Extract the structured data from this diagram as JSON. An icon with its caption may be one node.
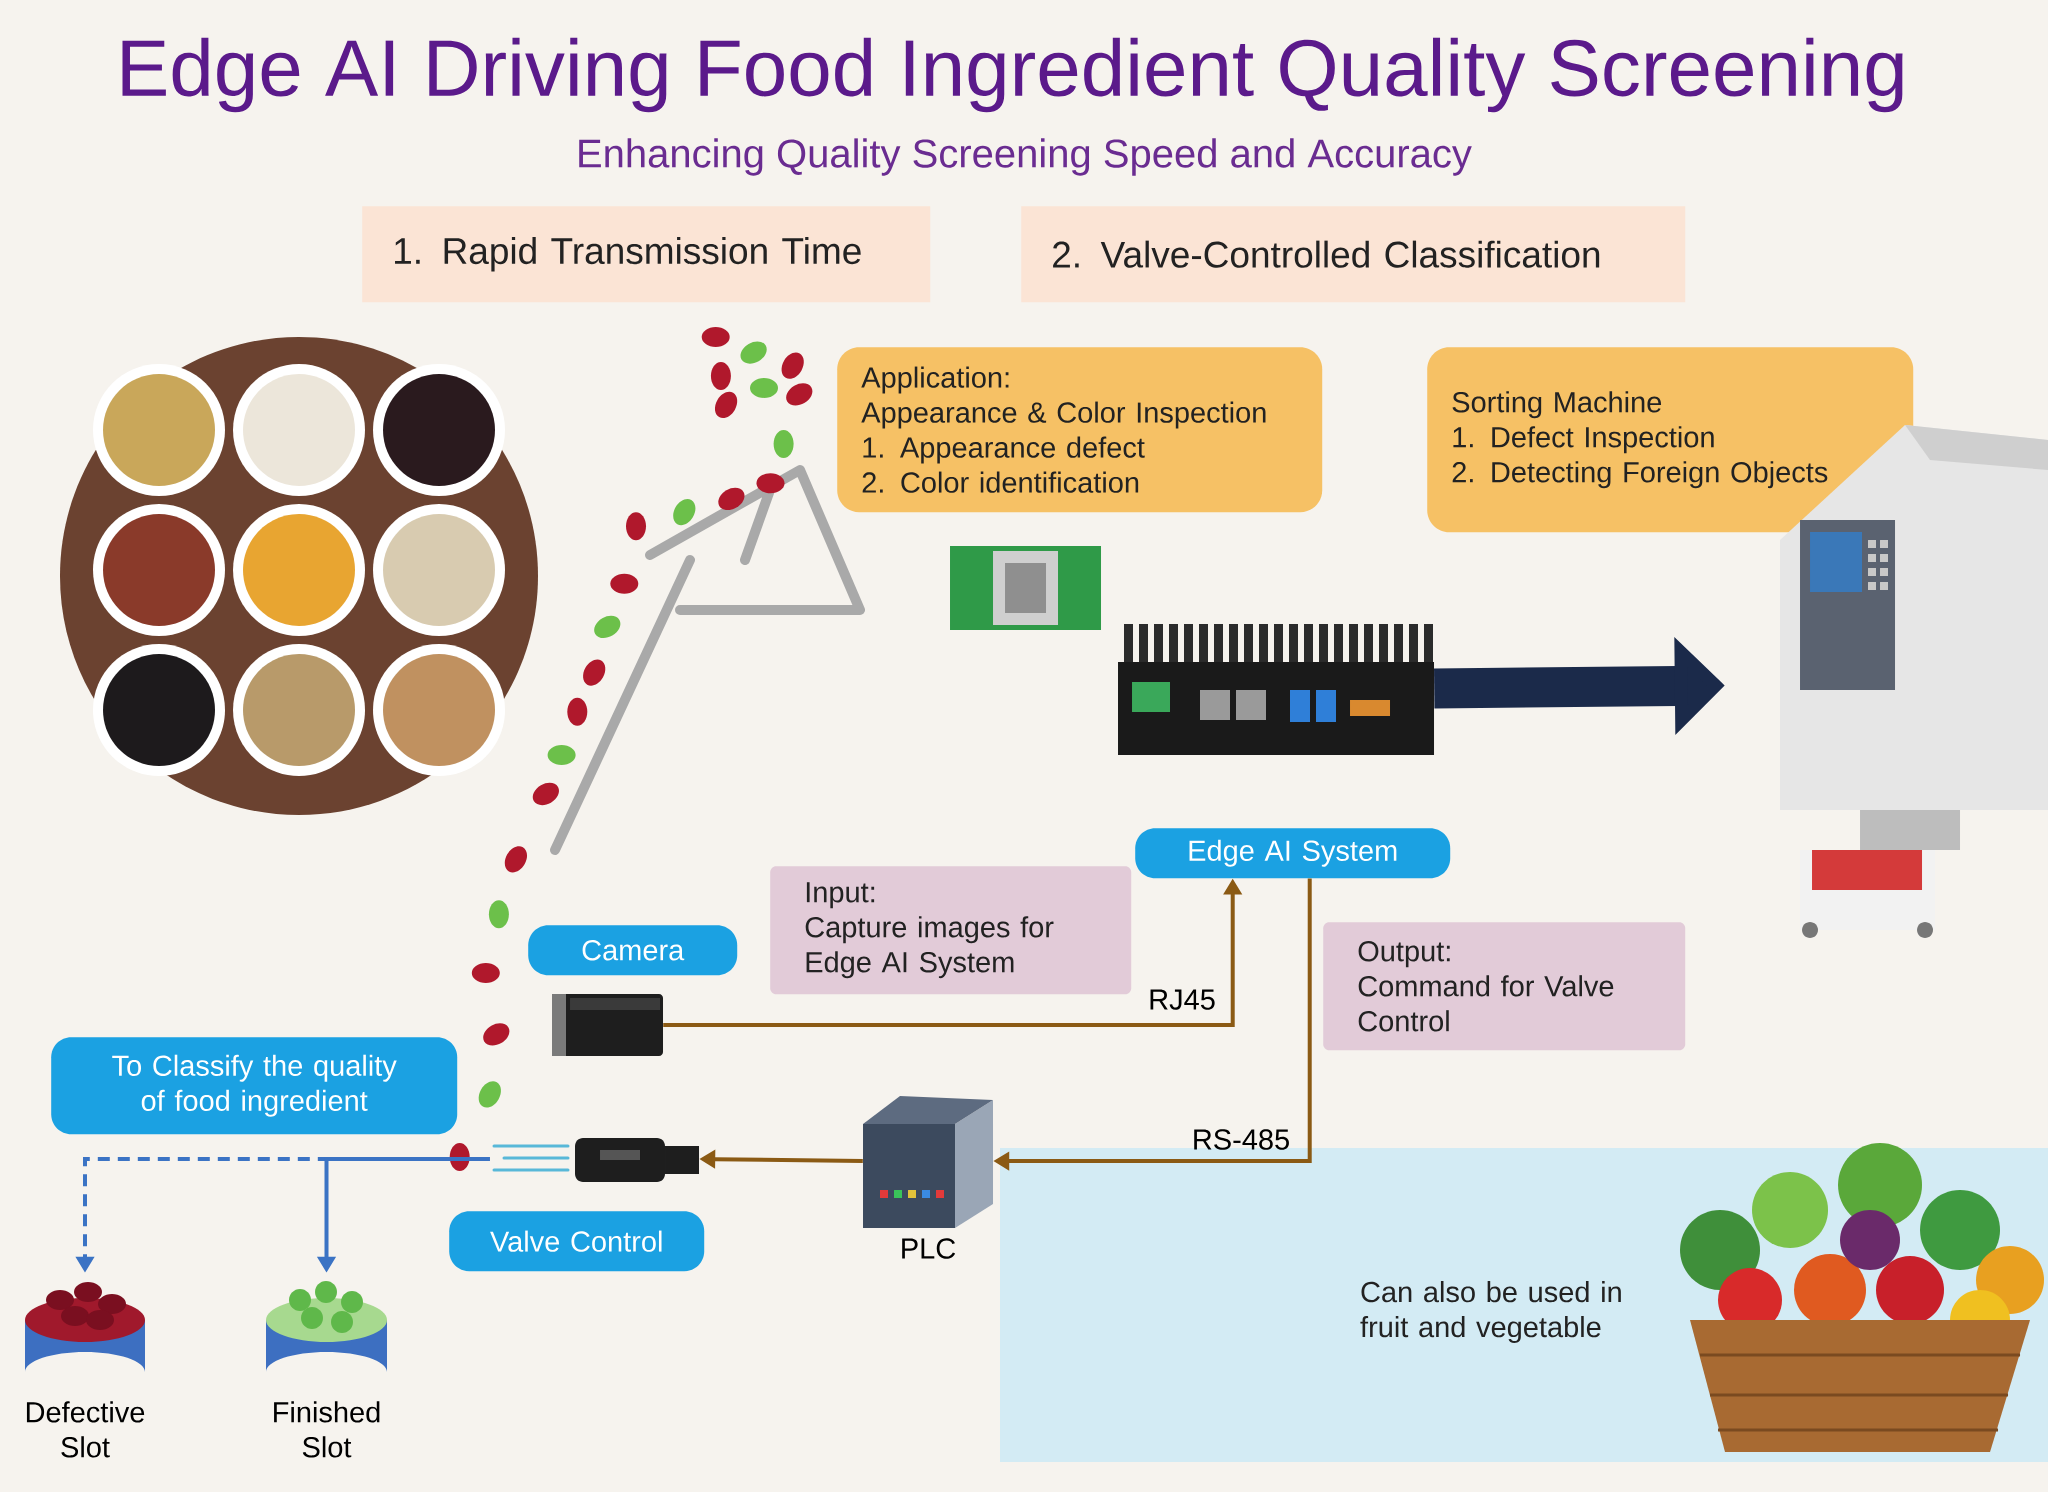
{
  "diagram": {
    "title": "Edge AI Driving Food Ingredient Quality Screening",
    "nodes": [
      {
        "text": [
          "1. Rapid Transmission Time"
        ]
      },
      {
        "text": [
          "2. Valve-Controlled Classification"
        ]
      },
      {
        "text": [
          "Application:",
          "Appearance & Color Inspection",
          "1. Appearance defect",
          "2. Color identification"
        ]
      },
      {
        "text": [
          "Sorting Machine",
          "1. Defect Inspection",
          "2. Detecting Foreign Objects"
        ]
      },
      {
        "text": [
          "Edge AI System"
        ]
      },
      {
        "text": [
          "Camera"
        ]
      },
      {
        "text": [],
        "shape": "picture"
      },
      {
        "text": [
          "Input:",
          "Capture images for Edge AI System"
        ]
      },
      {
        "text": [
          "Output:",
          "Command for Valve Control"
        ]
      },
      {
        "text": [],
        "shape": "picture",
        "beside": [
          "PLC"
        ]
      },
      {
        "text": [],
        "shape": "picture"
      },
      {
        "text": [
          "Valve Control"
        ]
      },
      {
        "text": [
          "To Classify the quality of food ingredient"
        ]
      },
      {
        "text": [],
        "shape": "picture",
        "beside": [
          "Defective Slot"
        ]
      },
      {
        "text": [],
        "shape": "picture",
        "beside": [
          "Finished Slot"
        ]
      },
      {
        "text": [],
        "shape": "picture"
      },
      {
        "text": [],
        "shape": "picture"
      }
    ],
    "edges": [
      {
        "from": 6,
        "to": 4,
        "arrow": "to",
        "label": "RJ45"
      },
      {
        "from": 4,
        "to": 9,
        "arrow": "to",
        "label": "RS-485"
      },
      {
        "from": 9,
        "to": 10,
        "arrow": "to"
      },
      {
        "from": 10,
        "to": 13,
        "arrow": "to",
        "style": "dashed",
        "color": "#3b73c4"
      },
      {
        "from": 10,
        "to": 14,
        "arrow": "to",
        "color": "#3b73c4"
      },
      {
        "from": 16,
        "to": 15,
        "arrow": "to",
        "style": "thick",
        "color": "#1b2a4a"
      }
    ],
    "labels": [
      "Enhancing Quality Screening Speed and Accuracy",
      "Can also be used in fruit and vegetable"
    ]
  }
}
